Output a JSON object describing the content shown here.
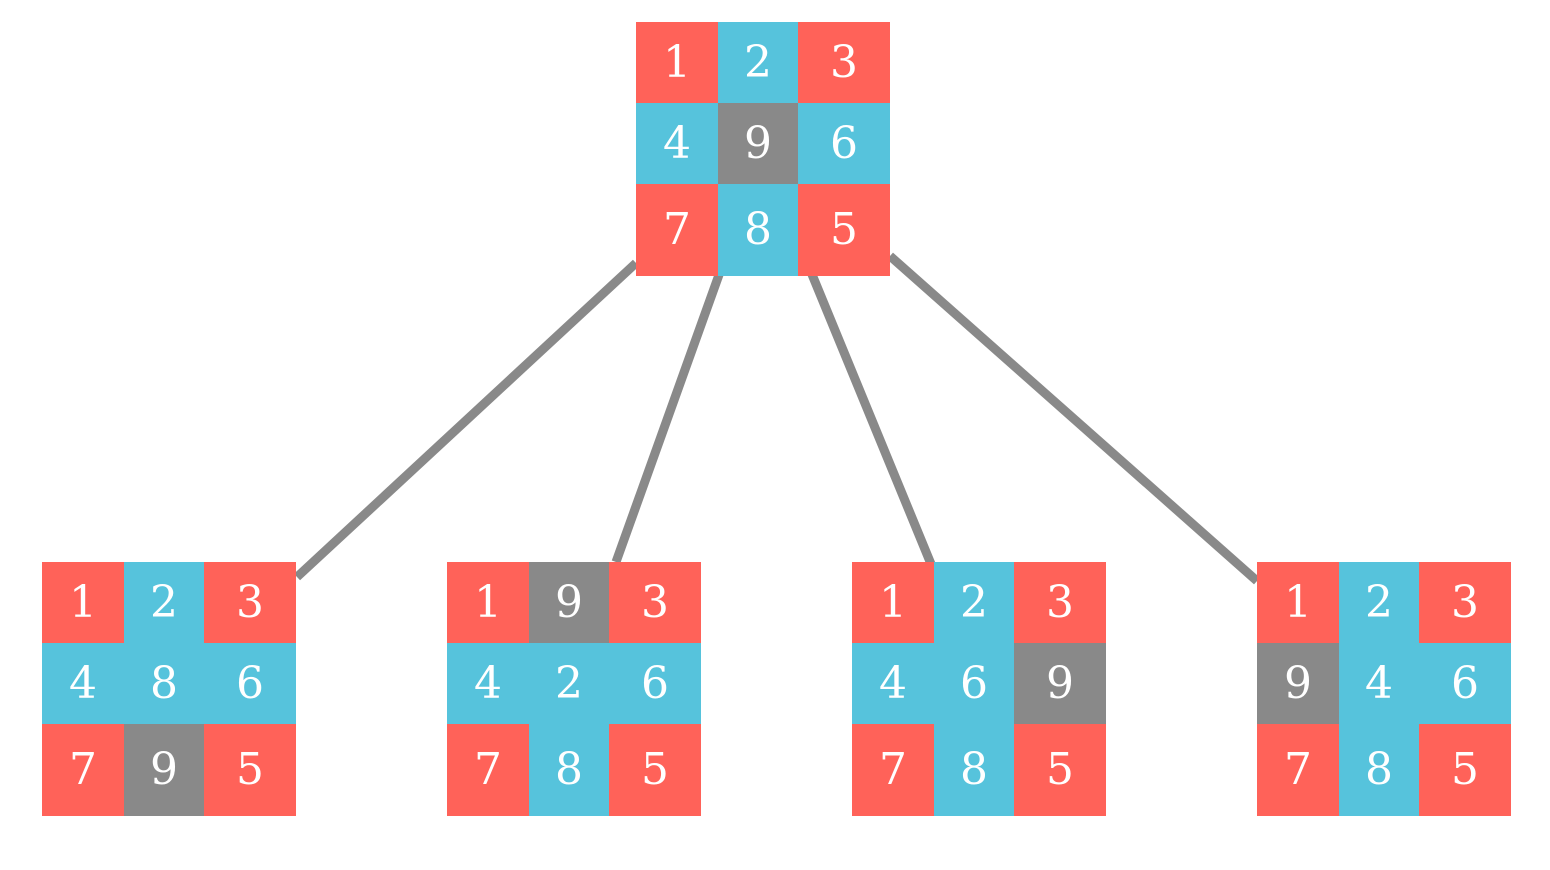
{
  "colors": {
    "red": "#FF6259",
    "blue": "#56C3DC",
    "blank": "#898989",
    "edge": "#898989",
    "text": "#FFFFFF"
  },
  "color_scheme": {
    "corner_tiles": "red",
    "edge_tiles": "blue",
    "blank_tile": "blank",
    "blank_value": "9"
  },
  "root": {
    "grid": [
      [
        "1",
        "2",
        "3"
      ],
      [
        "4",
        "9",
        "6"
      ],
      [
        "7",
        "8",
        "5"
      ]
    ]
  },
  "children": [
    {
      "grid": [
        [
          "1",
          "2",
          "3"
        ],
        [
          "4",
          "8",
          "6"
        ],
        [
          "7",
          "9",
          "5"
        ]
      ]
    },
    {
      "grid": [
        [
          "1",
          "9",
          "3"
        ],
        [
          "4",
          "2",
          "6"
        ],
        [
          "7",
          "8",
          "5"
        ]
      ]
    },
    {
      "grid": [
        [
          "1",
          "2",
          "3"
        ],
        [
          "4",
          "6",
          "9"
        ],
        [
          "7",
          "8",
          "5"
        ]
      ]
    },
    {
      "grid": [
        [
          "1",
          "2",
          "3"
        ],
        [
          "9",
          "4",
          "6"
        ],
        [
          "7",
          "8",
          "5"
        ]
      ]
    }
  ]
}
